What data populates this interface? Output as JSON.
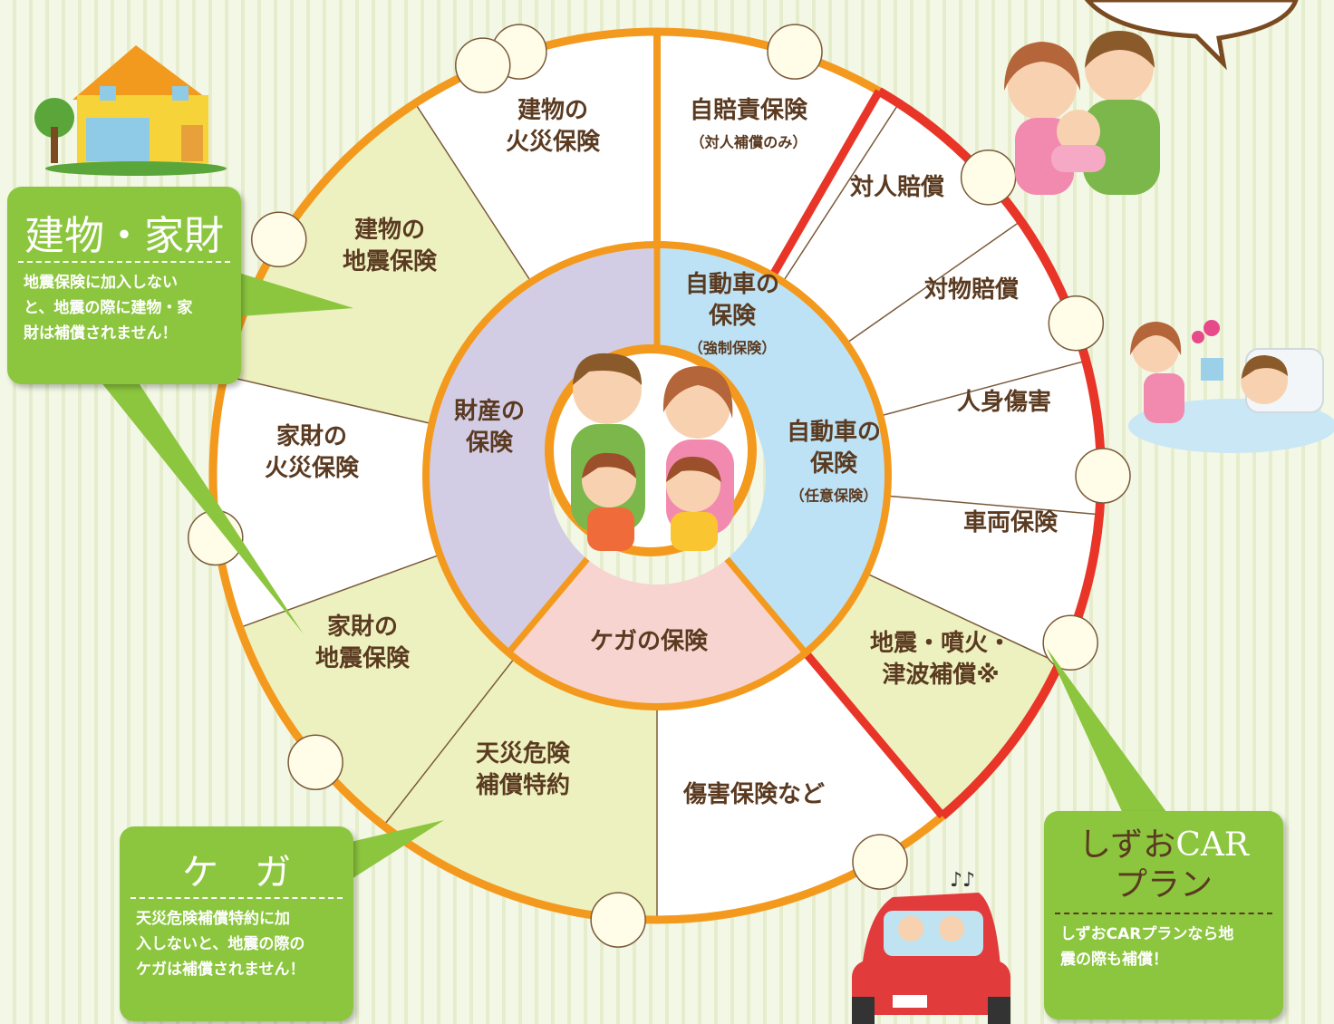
{
  "wheel": {
    "outer_sectors": [
      {
        "label": "建物の\n火災保険",
        "fill": "#ffffff"
      },
      {
        "label": "自賠責保険",
        "sub": "（対人補償のみ）",
        "fill": "#ffffff"
      },
      {
        "label": "対人賠償",
        "fill": "#ffffff"
      },
      {
        "label": "対物賠償",
        "fill": "#ffffff"
      },
      {
        "label": "人身傷害",
        "fill": "#ffffff"
      },
      {
        "label": "車両保険",
        "fill": "#ffffff"
      },
      {
        "label": "地震・噴火・\n津波補償※",
        "fill": "#edf1bf"
      },
      {
        "label": "傷害保険など",
        "fill": "#ffffff"
      },
      {
        "label": "天災危険\n補償特約",
        "fill": "#edf1bf"
      },
      {
        "label": "家財の\n地震保険",
        "fill": "#edf1bf"
      },
      {
        "label": "家財の\n火災保険",
        "fill": "#ffffff"
      },
      {
        "label": "建物の\n地震保険",
        "fill": "#edf1bf"
      }
    ],
    "inner_sectors": [
      {
        "label": "自動車の\n保険",
        "sub": "（強制保険）",
        "fill": "#bde2f5"
      },
      {
        "label": "自動車の\n保険",
        "sub": "（任意保険）",
        "fill": "#bde2f5"
      },
      {
        "label": "ケガの保険",
        "fill": "#f7d4cf"
      },
      {
        "label": "財産の\n保険",
        "fill": "#d2cde5"
      }
    ]
  },
  "callouts": {
    "property": {
      "title": "建物・家財",
      "text": "地震保険に加入しない\nと、地震の際に建物・家\n財は補償されません！"
    },
    "injury": {
      "title": "ケ　ガ",
      "text": "天災危険補償特約に加\n入しないと、地震の際の\nケガは補償されません！"
    },
    "car": {
      "title_a": "しずお",
      "title_b": "CAR",
      "title_c": "プラン",
      "text": "しずおCARプランなら地\n震の際も補償！"
    }
  },
  "colors": {
    "ring_orange": "#f39a1e",
    "accent_red": "#e83528",
    "callout_green": "#8cc63f",
    "label_brown": "#5a3a20"
  },
  "icons": [
    "family-icon",
    "house-icon",
    "couple-baby-icon",
    "hospital-icon",
    "car-icon"
  ]
}
